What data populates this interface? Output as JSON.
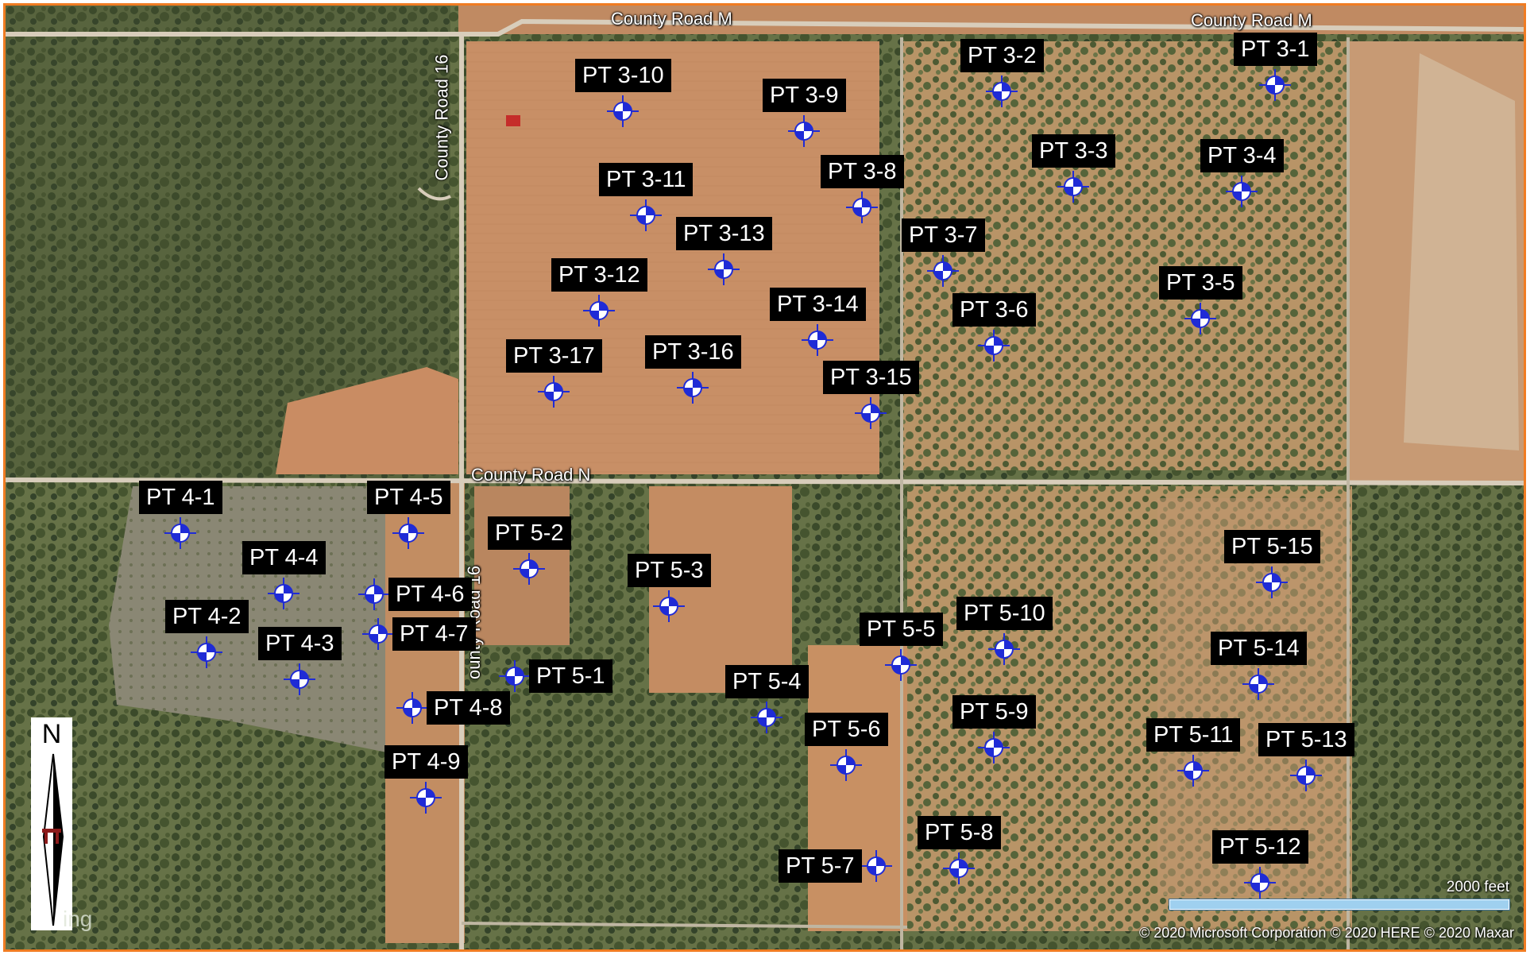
{
  "roads": {
    "county_road_m_left": "County Road M",
    "county_road_m_right": "County Road M",
    "county_road_16_upper": "County Road 16",
    "county_road_16_lower": "ounty Road 16",
    "county_road_n": "County Road N"
  },
  "points": [
    {
      "id": "pt-3-1",
      "label": "PT 3-1"
    },
    {
      "id": "pt-3-2",
      "label": "PT 3-2"
    },
    {
      "id": "pt-3-3",
      "label": "PT 3-3"
    },
    {
      "id": "pt-3-4",
      "label": "PT 3-4"
    },
    {
      "id": "pt-3-5",
      "label": "PT 3-5"
    },
    {
      "id": "pt-3-6",
      "label": "PT 3-6"
    },
    {
      "id": "pt-3-7",
      "label": "PT 3-7"
    },
    {
      "id": "pt-3-8",
      "label": "PT 3-8"
    },
    {
      "id": "pt-3-9",
      "label": "PT 3-9"
    },
    {
      "id": "pt-3-10",
      "label": "PT 3-10"
    },
    {
      "id": "pt-3-11",
      "label": "PT 3-11"
    },
    {
      "id": "pt-3-12",
      "label": "PT 3-12"
    },
    {
      "id": "pt-3-13",
      "label": "PT 3-13"
    },
    {
      "id": "pt-3-14",
      "label": "PT 3-14"
    },
    {
      "id": "pt-3-15",
      "label": "PT 3-15"
    },
    {
      "id": "pt-3-16",
      "label": "PT 3-16"
    },
    {
      "id": "pt-3-17",
      "label": "PT 3-17"
    },
    {
      "id": "pt-4-1",
      "label": "PT 4-1"
    },
    {
      "id": "pt-4-2",
      "label": "PT 4-2"
    },
    {
      "id": "pt-4-3",
      "label": "PT 4-3"
    },
    {
      "id": "pt-4-4",
      "label": "PT 4-4"
    },
    {
      "id": "pt-4-5",
      "label": "PT 4-5"
    },
    {
      "id": "pt-4-6",
      "label": "PT 4-6"
    },
    {
      "id": "pt-4-7",
      "label": "PT 4-7"
    },
    {
      "id": "pt-4-8",
      "label": "PT 4-8"
    },
    {
      "id": "pt-4-9",
      "label": "PT 4-9"
    },
    {
      "id": "pt-5-1",
      "label": "PT 5-1"
    },
    {
      "id": "pt-5-2",
      "label": "PT 5-2"
    },
    {
      "id": "pt-5-3",
      "label": "PT 5-3"
    },
    {
      "id": "pt-5-4",
      "label": "PT 5-4"
    },
    {
      "id": "pt-5-5",
      "label": "PT 5-5"
    },
    {
      "id": "pt-5-6",
      "label": "PT 5-6"
    },
    {
      "id": "pt-5-7",
      "label": "PT 5-7"
    },
    {
      "id": "pt-5-8",
      "label": "PT 5-8"
    },
    {
      "id": "pt-5-9",
      "label": "PT 5-9"
    },
    {
      "id": "pt-5-10",
      "label": "PT 5-10"
    },
    {
      "id": "pt-5-11",
      "label": "PT 5-11"
    },
    {
      "id": "pt-5-12",
      "label": "PT 5-12"
    },
    {
      "id": "pt-5-13",
      "label": "PT 5-13"
    },
    {
      "id": "pt-5-14",
      "label": "PT 5-14"
    },
    {
      "id": "pt-5-15",
      "label": "PT 5-15"
    }
  ],
  "north_arrow": {
    "label": "N"
  },
  "scale_bar": {
    "label": "2000 feet"
  },
  "attribution": {
    "text": "© 2020 Microsoft Corporation   © 2020 HERE   © 2020 Maxar",
    "bing": "ing"
  },
  "colors": {
    "border": "#f07c22",
    "marker_blue": "#1f2bd6",
    "label_bg": "#000000"
  }
}
